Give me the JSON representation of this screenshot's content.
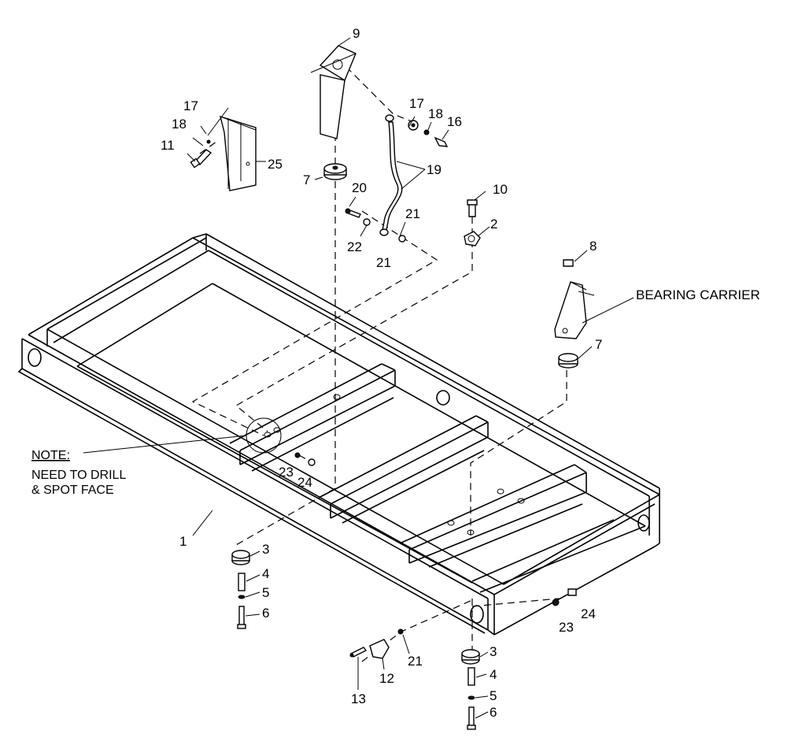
{
  "diagram": {
    "callouts": {
      "c1": "1",
      "c2": "2",
      "c3a": "3",
      "c3b": "3",
      "c4a": "4",
      "c4b": "4",
      "c5a": "5",
      "c5b": "5",
      "c6a": "6",
      "c6b": "6",
      "c7a": "7",
      "c7b": "7",
      "c8": "8",
      "c9": "9",
      "c10": "10",
      "c11": "11",
      "c12": "12",
      "c13": "13",
      "c16": "16",
      "c17a": "17",
      "c17b": "17",
      "c18a": "18",
      "c18b": "18",
      "c19": "19",
      "c20": "20",
      "c21a": "21",
      "c21b": "21",
      "c21c": "21",
      "c22": "22",
      "c23a": "23",
      "c23b": "23",
      "c24a": "24",
      "c24b": "24",
      "c25": "25"
    },
    "labels": {
      "bearing_carrier": "BEARING CARRIER",
      "note_title": "NOTE:",
      "note_line1": "NEED TO DRILL",
      "note_line2": "& SPOT FACE"
    }
  }
}
